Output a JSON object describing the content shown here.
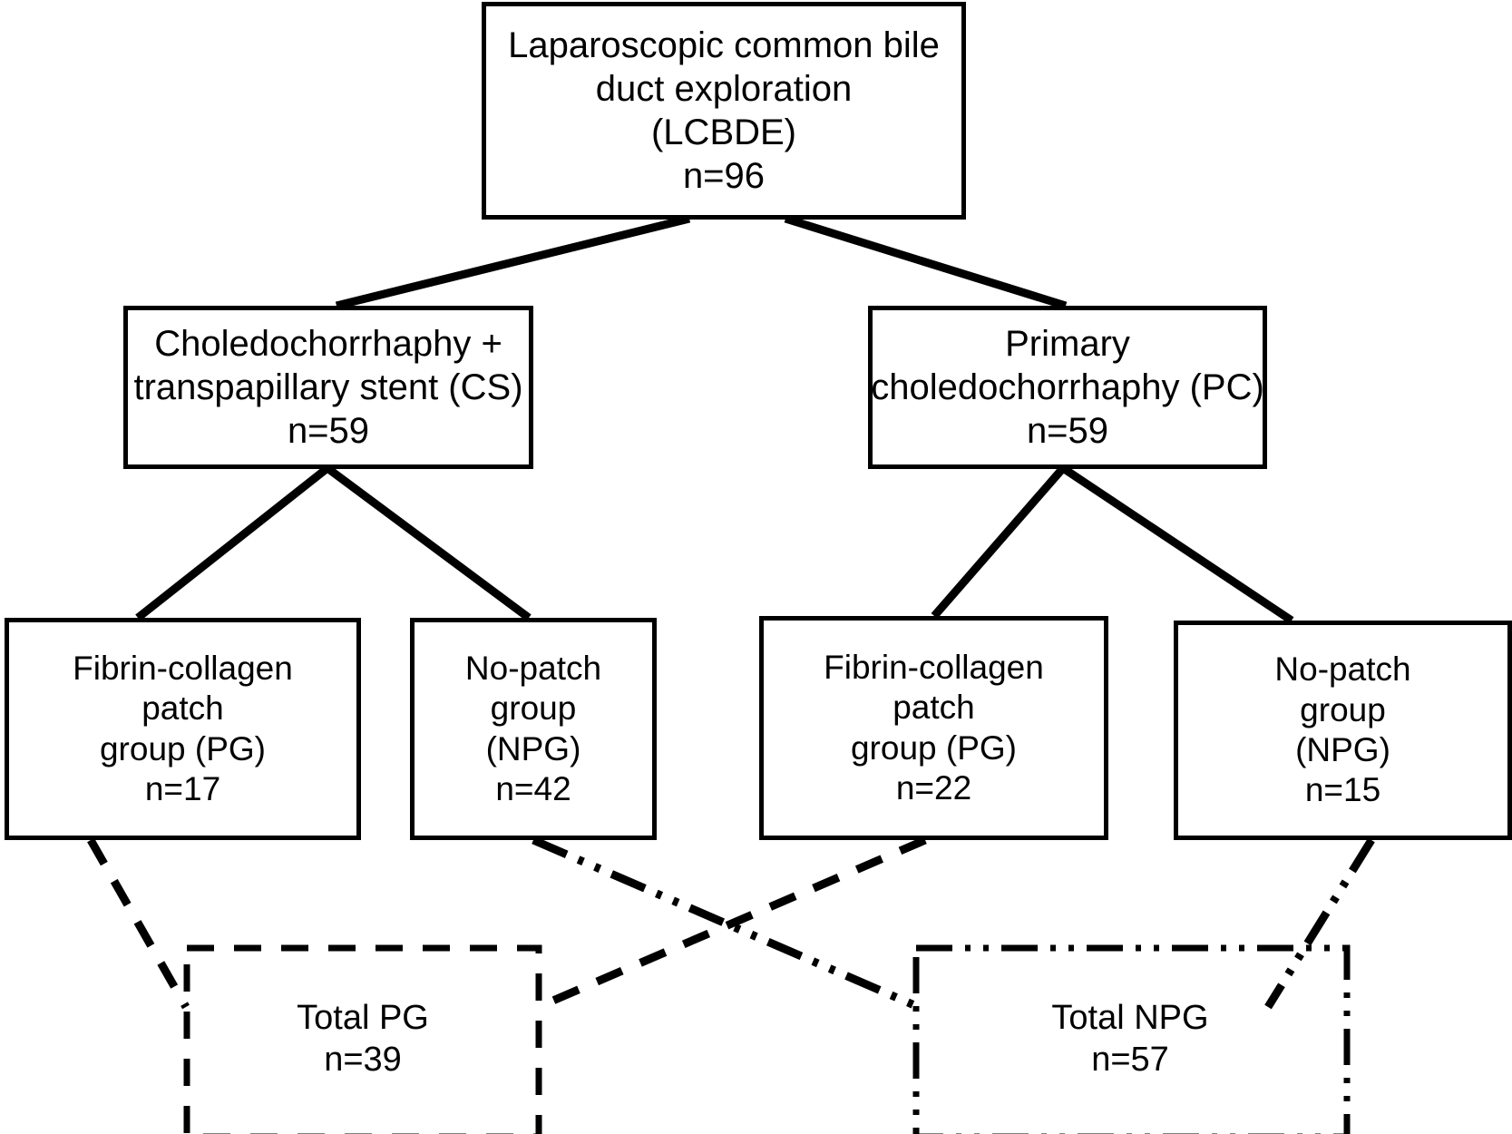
{
  "diagram": {
    "type": "flowchart",
    "title": "LCBDE patient allocation flow diagram",
    "nodes": [
      {
        "id": "root",
        "lines": [
          "Laparoscopic common bile",
          "duct exploration",
          "(LCBDE)",
          "n=96"
        ],
        "count": 96,
        "border": "solid"
      },
      {
        "id": "cs",
        "lines": [
          "Choledochorrhaphy +",
          "transpapillary stent (CS)",
          "n=59"
        ],
        "count": 59,
        "border": "solid"
      },
      {
        "id": "pc",
        "lines": [
          "Primary",
          "choledochorrhaphy (PC)",
          "n=59"
        ],
        "count": 59,
        "border": "solid"
      },
      {
        "id": "cs-pg",
        "lines": [
          "Fibrin-collagen",
          "patch",
          "group (PG)",
          "n=17"
        ],
        "count": 17,
        "border": "solid"
      },
      {
        "id": "cs-npg",
        "lines": [
          "No-patch",
          "group",
          "(NPG)",
          "n=42"
        ],
        "count": 42,
        "border": "solid"
      },
      {
        "id": "pc-pg",
        "lines": [
          "Fibrin-collagen",
          "patch",
          "group (PG)",
          "n=22"
        ],
        "count": 22,
        "border": "solid"
      },
      {
        "id": "pc-npg",
        "lines": [
          "No-patch",
          "group",
          "(NPG)",
          "n=15"
        ],
        "count": 15,
        "border": "solid"
      },
      {
        "id": "total-pg",
        "lines": [
          "Total PG",
          "n=39"
        ],
        "count": 39,
        "border": "dashed"
      },
      {
        "id": "total-npg",
        "lines": [
          "Total NPG",
          "n=57"
        ],
        "count": 57,
        "border": "dash-dot-dot"
      }
    ],
    "edges": [
      {
        "from": "root",
        "to": "cs",
        "style": "solid"
      },
      {
        "from": "root",
        "to": "pc",
        "style": "solid"
      },
      {
        "from": "cs",
        "to": "cs-pg",
        "style": "solid"
      },
      {
        "from": "cs",
        "to": "cs-npg",
        "style": "solid"
      },
      {
        "from": "pc",
        "to": "pc-pg",
        "style": "solid"
      },
      {
        "from": "pc",
        "to": "pc-npg",
        "style": "solid"
      },
      {
        "from": "cs-pg",
        "to": "total-pg",
        "style": "dashed"
      },
      {
        "from": "pc-pg",
        "to": "total-pg",
        "style": "dashed"
      },
      {
        "from": "cs-npg",
        "to": "total-npg",
        "style": "dash-dot-dot"
      },
      {
        "from": "pc-npg",
        "to": "total-npg",
        "style": "dash-dot-dot"
      }
    ],
    "colors": {
      "stroke": "#000000",
      "background": "#ffffff",
      "text": "#000000"
    }
  },
  "nodes": {
    "root": {
      "l0": "Laparoscopic common bile",
      "l1": "duct exploration",
      "l2": "(LCBDE)",
      "l3": "n=96"
    },
    "cs": {
      "l0": "Choledochorrhaphy +",
      "l1": "transpapillary stent (CS)",
      "l2": "n=59"
    },
    "pc": {
      "l0": "Primary",
      "l1": "choledochorrhaphy (PC)",
      "l2": "n=59"
    },
    "cs_pg": {
      "l0": "Fibrin-collagen",
      "l1": "patch",
      "l2": "group (PG)",
      "l3": "n=17"
    },
    "cs_npg": {
      "l0": "No-patch",
      "l1": "group",
      "l2": "(NPG)",
      "l3": "n=42"
    },
    "pc_pg": {
      "l0": "Fibrin-collagen",
      "l1": "patch",
      "l2": "group (PG)",
      "l3": "n=22"
    },
    "pc_npg": {
      "l0": "No-patch",
      "l1": "group",
      "l2": "(NPG)",
      "l3": "n=15"
    },
    "total_pg": {
      "l0": "Total PG",
      "l1": "n=39"
    },
    "total_npg": {
      "l0": "Total NPG",
      "l1": "n=57"
    }
  }
}
